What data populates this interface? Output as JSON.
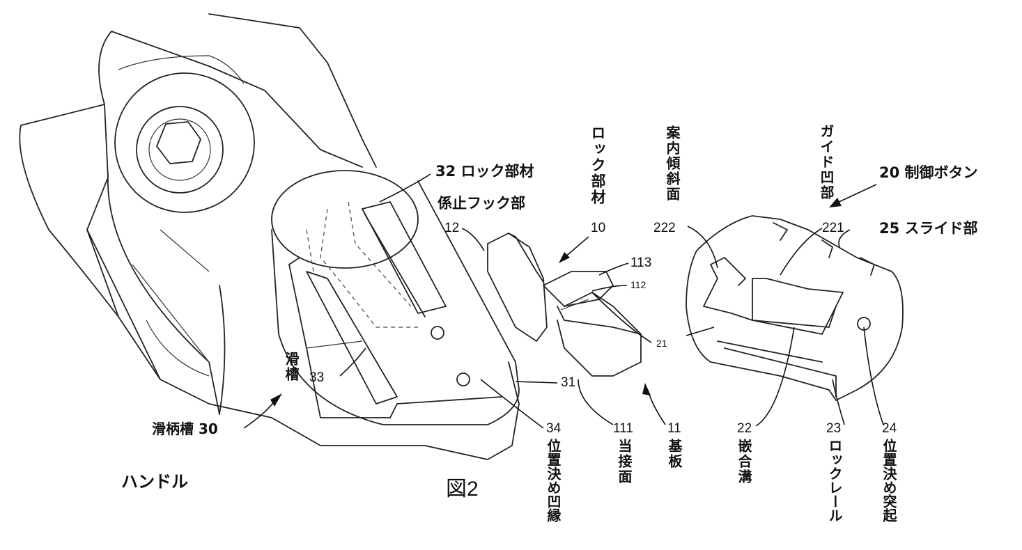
{
  "figure": {
    "title": "図2",
    "caption_handle": "ハンドル"
  },
  "labels": {
    "lock_member_32": "32 ロック部材",
    "hook_part": "係止フック部",
    "n12": "12",
    "lock_member_v": "ロック部材",
    "n10": "10",
    "guide_slope_v": "案内傾斜面",
    "n222": "222",
    "guide_recess_v": "ガイド凹部",
    "control_button": "20 制御ボタン",
    "n221": "221",
    "slide_part": "25 スライド部",
    "n113": "113",
    "n112": "112",
    "n21": "21",
    "n31": "31",
    "slide_groove_v": "滑槽",
    "n33": "33",
    "handle_slot": "滑柄槽 30",
    "n34": "34",
    "positioning_recess_v": "位置決め凹縁",
    "n111": "111",
    "contact_surface_v": "当接面",
    "n11": "11",
    "base_plate_v": "基板",
    "n22": "22",
    "fitting_groove_v": "嵌合溝",
    "n23": "23",
    "lock_rail_v": "ロックレール",
    "n24": "24",
    "positioning_protrusion_v": "位置決め突起"
  }
}
